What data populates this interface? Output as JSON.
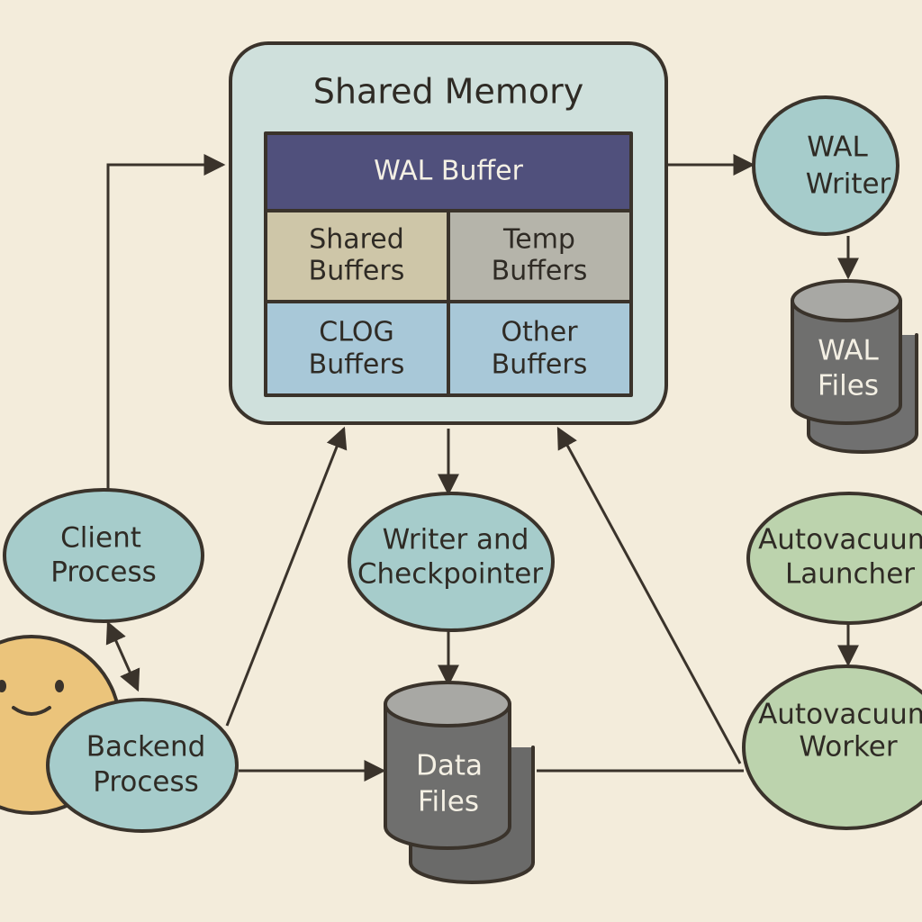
{
  "shared_memory": {
    "title": "Shared Memory",
    "wal_buffer": "WAL Buffer",
    "shared_buffers": [
      "Shared",
      "Buffers"
    ],
    "temp_buffers": [
      "Temp",
      "Buffers"
    ],
    "clog_buffers": [
      "CLOG",
      "Buffers"
    ],
    "other_buffers": [
      "Other",
      "Buffers"
    ]
  },
  "nodes": {
    "wal_writer": [
      "WAL",
      "Writer"
    ],
    "wal_files": [
      "WAL",
      "Files"
    ],
    "client_process": [
      "Client",
      "Process"
    ],
    "writer_checkpointer": [
      "Writer and",
      "Checkpointer"
    ],
    "autovacuum_launcher": [
      "Autovacuum",
      "Launcher"
    ],
    "backend_process": [
      "Backend",
      "Process"
    ],
    "data_files": [
      "Data",
      "Files"
    ],
    "autovacuum_worker": [
      "Autovacuum",
      "Worker"
    ]
  },
  "colors": {
    "background": "#f3ecdb",
    "shared_memory_panel": "#cfe0dc",
    "wal_buffer": "#50507c",
    "shared_buffers": "#cec6a8",
    "temp_buffers": "#b5b4aa",
    "clog_buffers": "#a8c8d8",
    "other_buffers": "#a8c8d8",
    "process_blue": "#a6cccb",
    "process_green": "#bcd3ad",
    "storage_gray": "#6f6f6e",
    "face": "#ebc47b",
    "outline": "#3a332b"
  },
  "icons": [
    "smiley-face-icon",
    "database-cylinder-icon"
  ]
}
